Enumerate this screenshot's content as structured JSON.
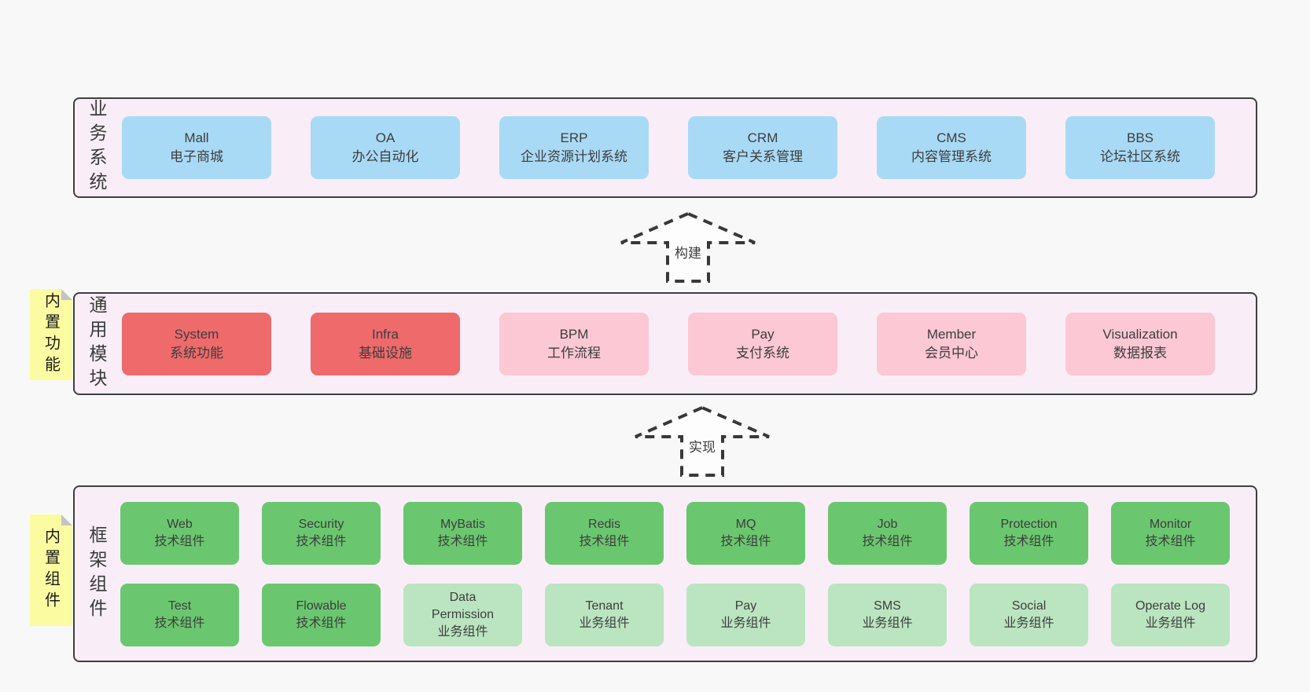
{
  "colors": {
    "page-bg": "#f8f8f8",
    "section-bg": "#f9eef7",
    "section-border": "#3f3f3f",
    "blue": "#a9daf5",
    "red": "#ee6a6b",
    "pink": "#fbc8d3",
    "green": "#6bc76f",
    "green-light": "#bbe5c0",
    "yellow": "#fbfba2",
    "fold": "#c4c4c4",
    "text": "#3d3d3d",
    "arrow-stroke": "#383838",
    "arrow-fill": "#fdfdfd"
  },
  "sections": [
    {
      "label": "业务系统",
      "boxes": [
        {
          "title": "Mall",
          "subtitle": "电子商城",
          "type": "blue"
        },
        {
          "title": "OA",
          "subtitle": "办公自动化",
          "type": "blue"
        },
        {
          "title": "ERP",
          "subtitle": "企业资源计划系统",
          "type": "blue"
        },
        {
          "title": "CRM",
          "subtitle": "客户关系管理",
          "type": "blue"
        },
        {
          "title": "CMS",
          "subtitle": "内容管理系统",
          "type": "blue"
        },
        {
          "title": "BBS",
          "subtitle": "论坛社区系统",
          "type": "blue"
        }
      ]
    },
    {
      "label": "通用模块",
      "note": "内置功能",
      "boxes": [
        {
          "title": "System",
          "subtitle": "系统功能",
          "type": "red"
        },
        {
          "title": "Infra",
          "subtitle": "基础设施",
          "type": "red"
        },
        {
          "title": "BPM",
          "subtitle": "工作流程",
          "type": "pink"
        },
        {
          "title": "Pay",
          "subtitle": "支付系统",
          "type": "pink"
        },
        {
          "title": "Member",
          "subtitle": "会员中心",
          "type": "pink"
        },
        {
          "title": "Visualization",
          "subtitle": "数据报表",
          "type": "pink"
        }
      ]
    },
    {
      "label": "框架组件",
      "note": "内置组件",
      "rows": [
        [
          {
            "title": "Web",
            "subtitle": "技术组件",
            "type": "green"
          },
          {
            "title": "Security",
            "subtitle": "技术组件",
            "type": "green"
          },
          {
            "title": "MyBatis",
            "subtitle": "技术组件",
            "type": "green"
          },
          {
            "title": "Redis",
            "subtitle": "技术组件",
            "type": "green"
          },
          {
            "title": "MQ",
            "subtitle": "技术组件",
            "type": "green"
          },
          {
            "title": "Job",
            "subtitle": "技术组件",
            "type": "green"
          },
          {
            "title": "Protection",
            "subtitle": "技术组件",
            "type": "green"
          },
          {
            "title": "Monitor",
            "subtitle": "技术组件",
            "type": "green"
          }
        ],
        [
          {
            "title": "Test",
            "subtitle": "技术组件",
            "type": "green"
          },
          {
            "title": "Flowable",
            "subtitle": "技术组件",
            "type": "green"
          },
          {
            "title": "Data Permission",
            "subtitle": "业务组件",
            "type": "green-light"
          },
          {
            "title": "Tenant",
            "subtitle": "业务组件",
            "type": "green-light"
          },
          {
            "title": "Pay",
            "subtitle": "业务组件",
            "type": "green-light"
          },
          {
            "title": "SMS",
            "subtitle": "业务组件",
            "type": "green-light"
          },
          {
            "title": "Social",
            "subtitle": "业务组件",
            "type": "green-light"
          },
          {
            "title": "Operate Log",
            "subtitle": "业务组件",
            "type": "green-light"
          }
        ]
      ]
    }
  ],
  "arrows": [
    {
      "label": "构建"
    },
    {
      "label": "实现"
    }
  ]
}
